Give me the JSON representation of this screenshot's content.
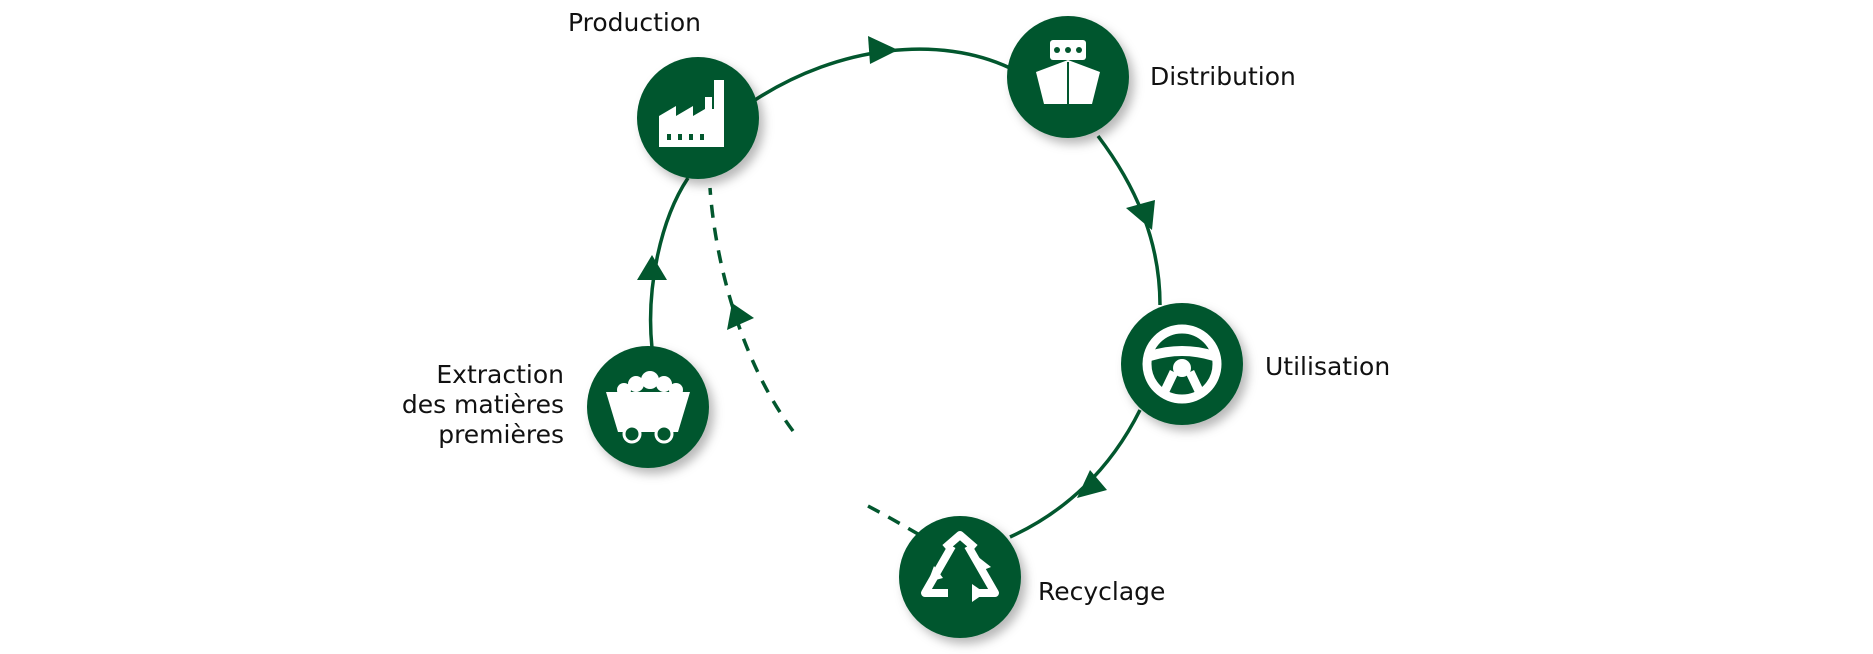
{
  "colors": {
    "node": "#02572e",
    "connector": "#02572e",
    "icon": "#ffffff",
    "label": "#111111"
  },
  "stages": [
    {
      "id": "production",
      "label": "Production",
      "icon": "factory-icon"
    },
    {
      "id": "distribution",
      "label": "Distribution",
      "icon": "ship-icon"
    },
    {
      "id": "utilisation",
      "label": "Utilisation",
      "icon": "steering-wheel-icon"
    },
    {
      "id": "recyclage",
      "label": "Recyclage",
      "icon": "recycle-icon"
    },
    {
      "id": "extraction",
      "label_lines": [
        "Extraction",
        "des matières",
        "premières"
      ],
      "icon": "mine-cart-icon"
    }
  ],
  "connections": [
    {
      "from": "extraction",
      "to": "production",
      "style": "solid"
    },
    {
      "from": "production",
      "to": "distribution",
      "style": "solid"
    },
    {
      "from": "distribution",
      "to": "utilisation",
      "style": "solid"
    },
    {
      "from": "utilisation",
      "to": "recyclage",
      "style": "solid"
    },
    {
      "from": "recyclage",
      "to": "production",
      "style": "dashed"
    }
  ]
}
